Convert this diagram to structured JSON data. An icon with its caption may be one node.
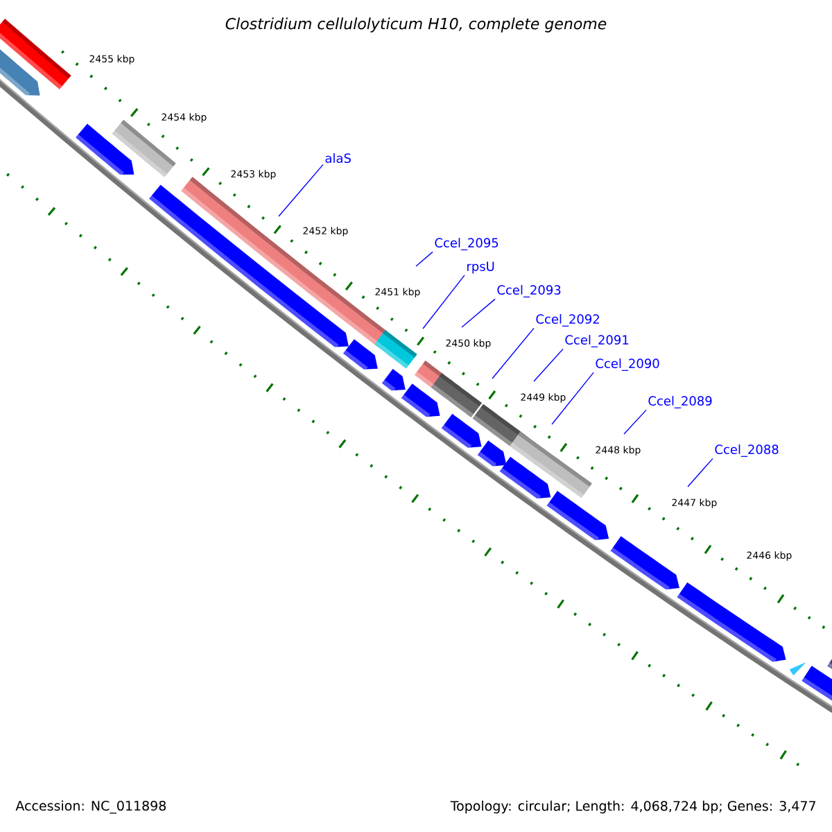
{
  "diagram": {
    "title": "Clostridium cellulolyticum H10, complete genome",
    "nodes": [
      {
        "text": [
          "alaS"
        ]
      },
      {
        "text": [
          "Ccel_2095"
        ]
      },
      {
        "text": [
          "rpsU"
        ]
      },
      {
        "text": [
          "Ccel_2093"
        ]
      },
      {
        "text": [
          "Ccel_2092"
        ]
      },
      {
        "text": [
          "Ccel_2091"
        ]
      },
      {
        "text": [
          "Ccel_2090"
        ]
      },
      {
        "text": [
          "Ccel_2089"
        ]
      },
      {
        "text": [
          "Ccel_2088"
        ]
      }
    ],
    "edges": [
      {
        "from": 0,
        "to": null,
        "arrow": "none"
      },
      {
        "from": 1,
        "to": null,
        "arrow": "none"
      },
      {
        "from": 2,
        "to": null,
        "arrow": "none"
      },
      {
        "from": 3,
        "to": null,
        "arrow": "none"
      },
      {
        "from": 4,
        "to": null,
        "arrow": "none"
      },
      {
        "from": 5,
        "to": null,
        "arrow": "none"
      },
      {
        "from": 6,
        "to": null,
        "arrow": "none"
      },
      {
        "from": 7,
        "to": null,
        "arrow": "none"
      },
      {
        "from": 8,
        "to": null,
        "arrow": "none"
      }
    ],
    "labels": [
      "2455 kbp",
      "2454 kbp",
      "2453 kbp",
      "2452 kbp",
      "2451 kbp",
      "2450 kbp",
      "2449 kbp",
      "2448 kbp",
      "2447 kbp",
      "2446 kbp",
      "Accession: NC_011898",
      "Topology: circular; Length: 4,068,724 bp; Genes: 3,477"
    ]
  }
}
